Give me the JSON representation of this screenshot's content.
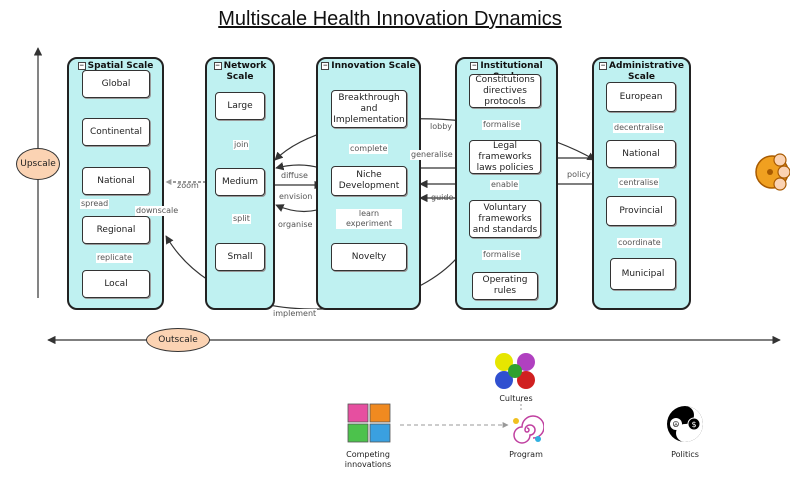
{
  "title": "Multiscale Health Innovation Dynamics",
  "axes": {
    "upscale": "Upscale",
    "outscale": "Outscale"
  },
  "columns": {
    "spatial": {
      "title": "Spatial Scale",
      "items": [
        "Global",
        "Continental",
        "National",
        "Regional",
        "Local"
      ]
    },
    "network": {
      "title": "Network Scale",
      "items": [
        "Large",
        "Medium",
        "Small"
      ]
    },
    "innovation": {
      "title": "Innovation Scale",
      "items": [
        "Breakthrough and Implementation",
        "Niche Development",
        "Novelty"
      ]
    },
    "institutional": {
      "title": "Institutional Scale",
      "items": [
        "Constitutions directives protocols",
        "Legal frameworks laws policies",
        "Voluntary frameworks and standards",
        "Operating rules"
      ]
    },
    "administrative": {
      "title": "Administrative Scale",
      "items": [
        "European",
        "National",
        "Provincial",
        "Municipal"
      ]
    }
  },
  "links": {
    "spread": "spread",
    "downscale": "downscale",
    "replicate": "replicate",
    "zoom": "zoom",
    "join": "join",
    "split": "split",
    "diffuse": "diffuse",
    "envision": "envision",
    "organise": "organise",
    "complete": "complete",
    "learn_experiment": "learn experiment",
    "generalise": "generalise",
    "guide": "guide",
    "lobby": "lobby",
    "enable": "enable",
    "policy": "policy",
    "formalise_top": "formalise",
    "formalise_bottom": "formalise",
    "decentralise": "decentralise",
    "centralise": "centralise",
    "coordinate": "coordinate",
    "implement": "implement"
  },
  "bottom": {
    "competing": "Competing innovations",
    "cultures": "Cultures",
    "program": "Program",
    "politics": "Politics"
  },
  "colors": {
    "column_fill": "#bff1f1",
    "oval_fill": "#fbd3b3",
    "arrow": "#333333",
    "dashed": "#999999",
    "accent": "#e8900c"
  },
  "icons": [
    "four-pieces-icon",
    "cultures-icon",
    "program-spiral-icon",
    "politics-yinyang-icon",
    "network-nodes-icon"
  ]
}
